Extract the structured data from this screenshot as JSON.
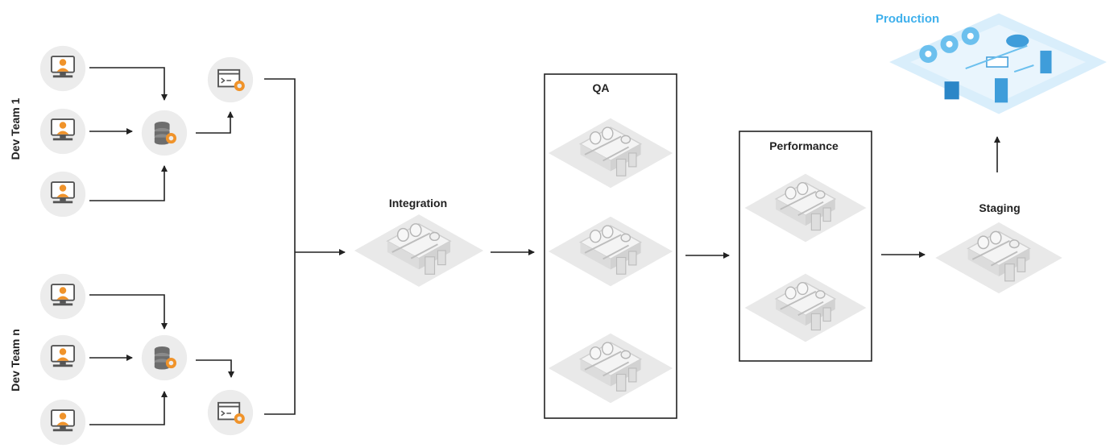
{
  "teams": [
    {
      "label": "Dev Team 1"
    },
    {
      "label": "Dev Team n"
    }
  ],
  "stages": {
    "integration": "Integration",
    "qa": "QA",
    "performance": "Performance",
    "staging": "Staging",
    "production": "Production"
  },
  "colors": {
    "accent_orange": "#f0932a",
    "production_blue": "#3fb0ec",
    "node_circle": "#ececec",
    "env_tile": "#e9e9e9",
    "line": "#222222"
  },
  "icons": {
    "developer": "developer-workstation-icon",
    "repository": "database-gear-icon",
    "build": "terminal-gear-icon",
    "environment": "isometric-server-room-icon",
    "production": "isometric-datacenter-icon"
  }
}
